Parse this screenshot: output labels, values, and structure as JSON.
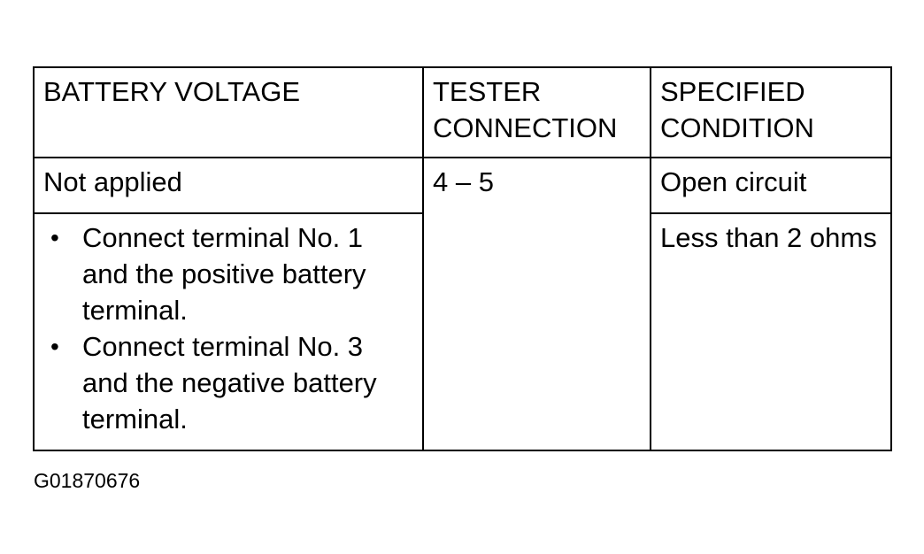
{
  "table": {
    "headers": {
      "battery_voltage": "BATTERY VOLTAGE",
      "tester_connection_line1": "TESTER",
      "tester_connection_line2": "CONNECTION",
      "specified_condition_line1": "SPECIFIED",
      "specified_condition_line2": "CONDITION"
    },
    "rows": [
      {
        "battery_voltage": "Not applied",
        "tester_connection": "4 – 5",
        "specified_condition": "Open circuit"
      },
      {
        "battery_voltage_steps": [
          "Connect terminal No. 1 and the positive battery terminal.",
          "Connect terminal No. 3 and the negative battery terminal."
        ],
        "specified_condition": "Less than 2 ohms"
      }
    ]
  },
  "figure_code": "G01870676"
}
